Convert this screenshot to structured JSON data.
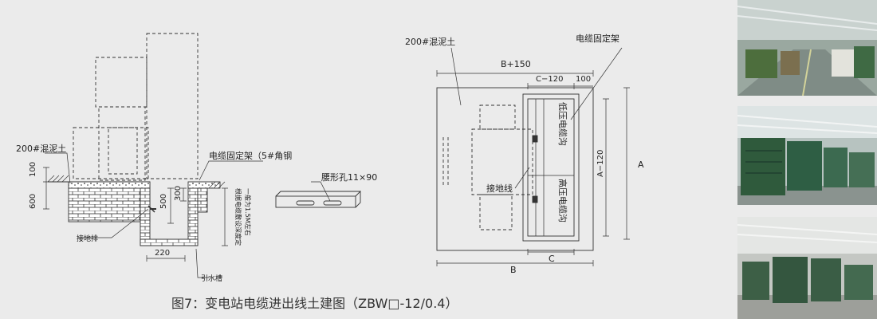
{
  "left_diagram": {
    "concrete_label": "200#混泥土",
    "cable_bracket_label": "电缆固定架（5#角钢",
    "slot_hole_label": "腰形孔11×90",
    "ground_bar_label": "接地排",
    "drain_label": "引水槽",
    "depth_note_line1": "根据电缆敷设深度定",
    "depth_note_line2": "一般为1.5M左右",
    "dim_100": "100",
    "dim_600": "600",
    "dim_500": "500",
    "dim_300": "300",
    "dim_220": "220"
  },
  "right_diagram": {
    "concrete_label": "200#混泥土",
    "cable_bracket_label": "电缆固定架",
    "dim_b150": "B+150",
    "dim_c120": "C−120",
    "dim_100": "100",
    "dim_a120": "A−120",
    "dim_a": "A",
    "dim_b": "B",
    "dim_c": "C",
    "ground_wire_label": "接地线",
    "low_voltage_trench": "低压电缆沟",
    "high_voltage_trench": "高压电缆沟"
  },
  "caption": "图7：变电站电缆进出线土建图（ZBW□-12/0.4）",
  "photos": [
    {
      "subject": "factory hall with switchgear cabinets"
    },
    {
      "subject": "green box-type substations in workshop"
    },
    {
      "subject": "green transformer units in workshop"
    }
  ]
}
